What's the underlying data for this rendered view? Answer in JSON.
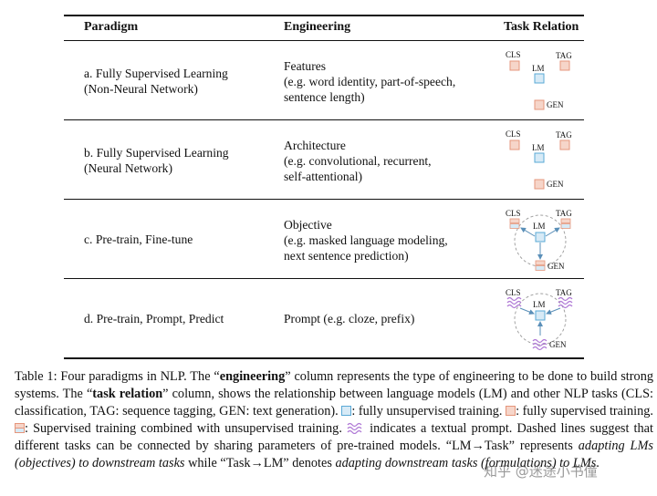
{
  "table": {
    "headers": {
      "paradigm": "Paradigm",
      "engineering": "Engineering",
      "task_relation": "Task Relation"
    },
    "rows": [
      {
        "paradigm": [
          "a. Fully Supervised Learning",
          "(Non-Neural Network)"
        ],
        "engineering": [
          "Features",
          "(e.g. word identity, part-of-speech,",
          "sentence length)"
        ]
      },
      {
        "paradigm": [
          "b. Fully Supervised Learning",
          "(Neural Network)"
        ],
        "engineering": [
          "Architecture",
          "(e.g. convolutional, recurrent,",
          "self-attentional)"
        ]
      },
      {
        "paradigm": [
          "c. Pre-train, Fine-tune"
        ],
        "engineering": [
          "Objective",
          "(e.g. masked language modeling,",
          "next sentence prediction)"
        ]
      },
      {
        "paradigm": [
          "d. Pre-train, Prompt, Predict"
        ],
        "engineering": [
          "Prompt (e.g. cloze, prefix)"
        ]
      }
    ],
    "node_labels": {
      "cls": "CLS",
      "tag": "TAG",
      "lm": "LM",
      "gen": "GEN"
    },
    "colors": {
      "blue_fill": "#d7eaf6",
      "blue_stroke": "#5aa9d6",
      "red_fill": "#f6d5c9",
      "red_stroke": "#e5967c",
      "prompt": "#b07ad6",
      "dashed": "#999999"
    }
  },
  "caption": {
    "p1": "Table 1: Four paradigms in NLP. The “",
    "b1": "engineering",
    "p2": "” column represents the type of engineering to be done to build strong systems. The “",
    "b2": "task relation",
    "p3": "” column, shows the relationship between language models (LM) and other NLP tasks (CLS: classification, TAG: sequence tagging, GEN: text generation). ",
    "p4": ": fully unsupervised training. ",
    "p5": ": fully supervised training. ",
    "p6": ": Supervised training combined with unsupervised training. ",
    "p7": " indicates a textual prompt. Dashed lines suggest that different tasks can be connected by sharing parameters of pre-trained models. “LM→Task” represents ",
    "i1": "adapting LMs (objectives) to downstream tasks",
    "p8": " while “Task→LM” denotes ",
    "i2": "adapting downstream tasks (formulations) to LMs",
    "p9": "."
  },
  "watermark": "知乎 @迷途小书僮"
}
